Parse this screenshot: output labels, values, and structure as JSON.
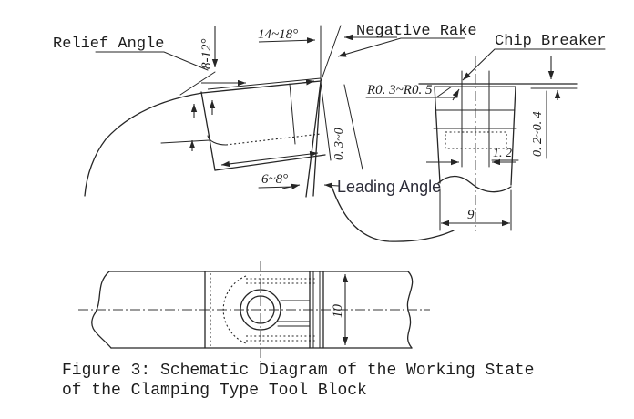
{
  "figure": {
    "caption_line1": "Figure 3: Schematic Diagram of the Working State",
    "caption_line2": "of the Clamping Type Tool Block"
  },
  "labels": {
    "relief_angle": "Relief Angle",
    "negative_rake": "Negative Rake",
    "chip_breaker": "Chip Breaker",
    "leading_angle": "Leading Angle"
  },
  "dimensions": {
    "relief_angle_range": "8-12°",
    "rake_angle_range": "14~18°",
    "corner_radius_range": "R0. 3~R0. 5",
    "land_width_range": "0. 3~0",
    "leading_angle_range": "6~8°",
    "step_height_range": "0. 2~0. 4",
    "groove_width": "1. 2",
    "blade_width": "9",
    "bar_height": "10"
  },
  "colors": {
    "ink": "#262626",
    "background": "#ffffff"
  }
}
